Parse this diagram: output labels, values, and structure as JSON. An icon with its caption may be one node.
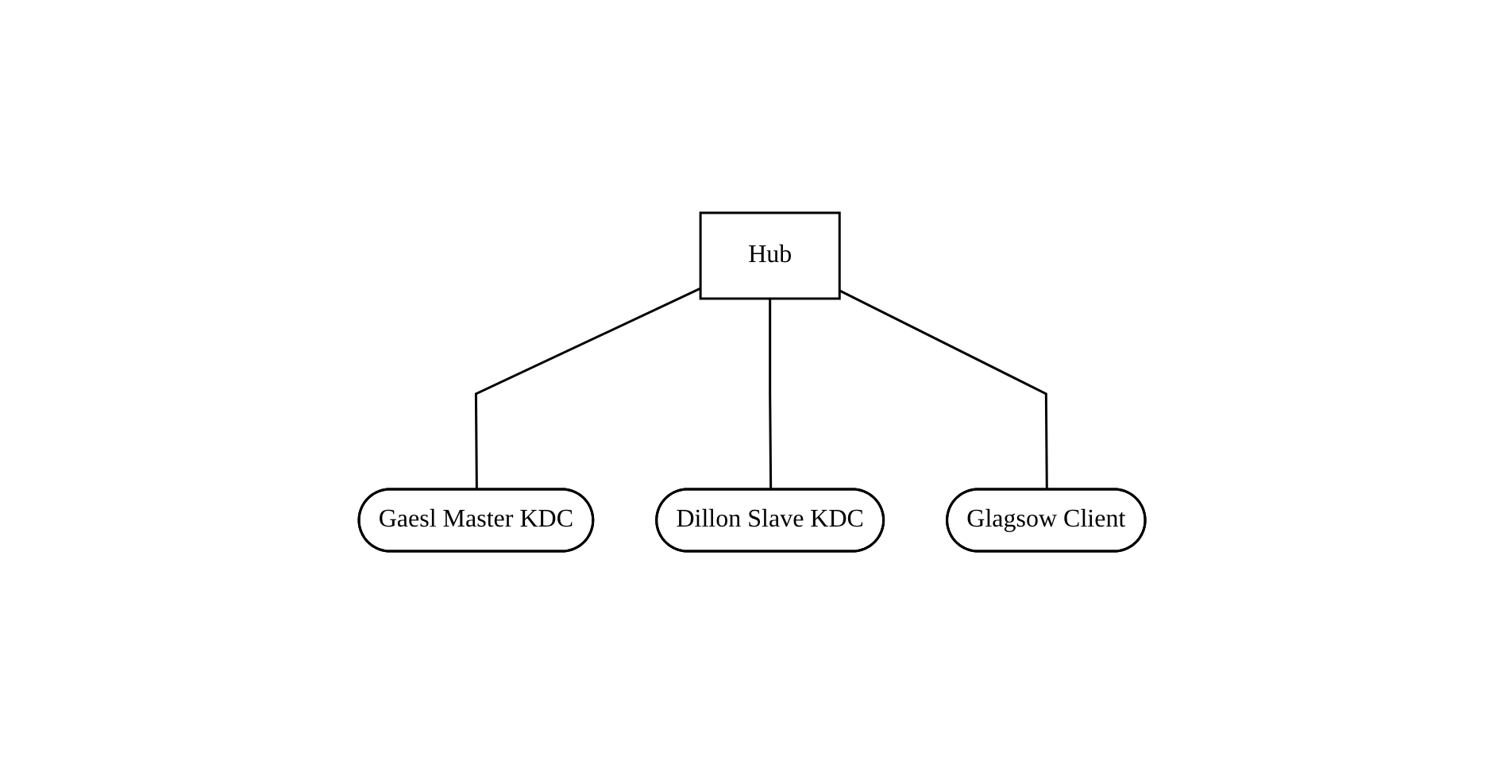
{
  "diagram": {
    "nodes": [
      {
        "text": [
          "Hub"
        ]
      },
      {
        "text": [
          "Gaesl Master KDC"
        ]
      },
      {
        "text": [
          "Dillon Slave KDC"
        ]
      },
      {
        "text": [
          "Glagsow Client"
        ]
      }
    ],
    "edges": [
      {
        "from": 0,
        "to": 1,
        "arrow": "none"
      },
      {
        "from": 0,
        "to": 2,
        "arrow": "none"
      },
      {
        "from": 0,
        "to": 3,
        "arrow": "none"
      }
    ]
  }
}
